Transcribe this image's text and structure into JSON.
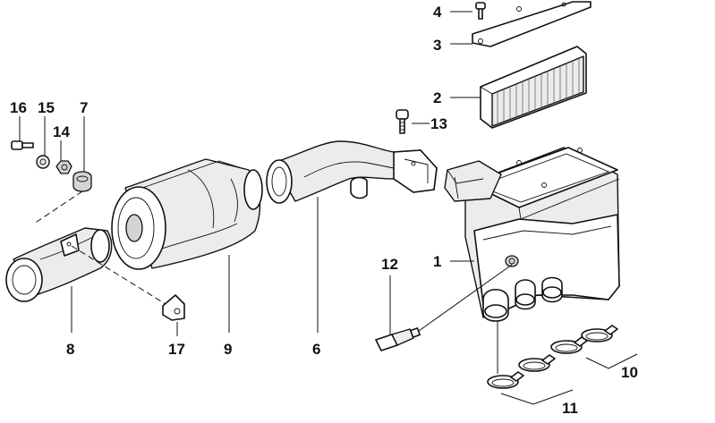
{
  "diagram": {
    "parts": [
      {
        "id": "part-1",
        "number": "1"
      },
      {
        "id": "part-2",
        "number": "2"
      },
      {
        "id": "part-3",
        "number": "3"
      },
      {
        "id": "part-4",
        "number": "4"
      },
      {
        "id": "part-6",
        "number": "6"
      },
      {
        "id": "part-7",
        "number": "7"
      },
      {
        "id": "part-8",
        "number": "8"
      },
      {
        "id": "part-9",
        "number": "9"
      },
      {
        "id": "part-10",
        "number": "10"
      },
      {
        "id": "part-11",
        "number": "11"
      },
      {
        "id": "part-12",
        "number": "12"
      },
      {
        "id": "part-13",
        "number": "13"
      },
      {
        "id": "part-14",
        "number": "14"
      },
      {
        "id": "part-15",
        "number": "15"
      },
      {
        "id": "part-16",
        "number": "16"
      },
      {
        "id": "part-17",
        "number": "17"
      }
    ]
  }
}
